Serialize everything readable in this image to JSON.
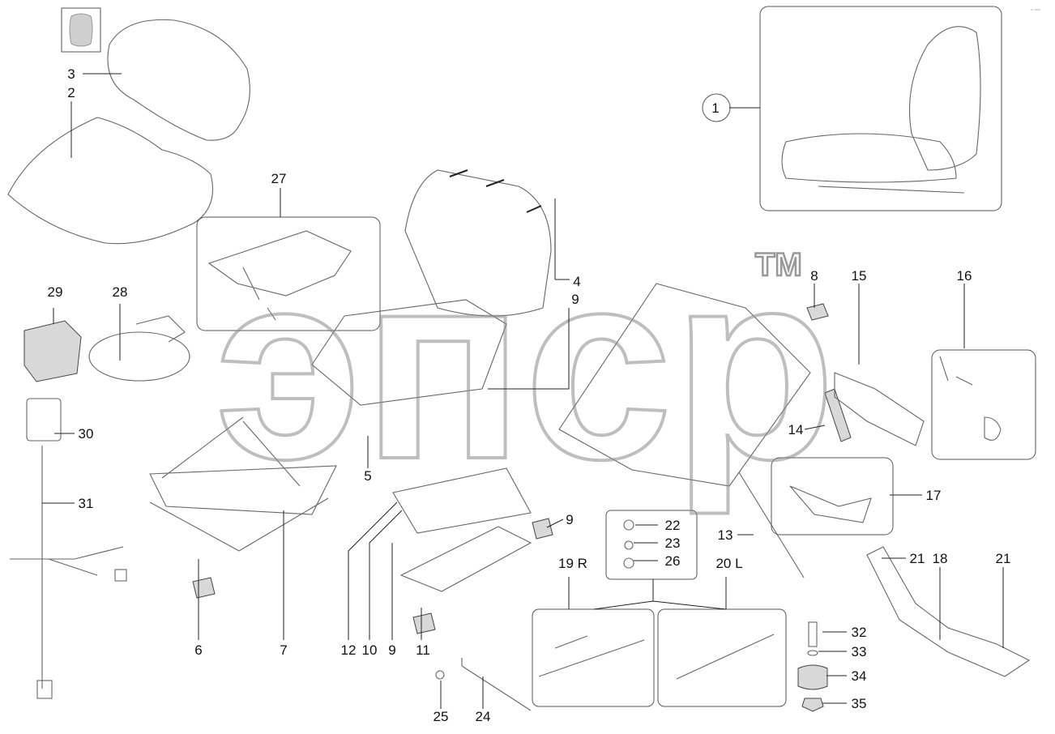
{
  "watermark": {
    "text": "эпср",
    "trademark": "TM"
  },
  "labels": {
    "l1": "1",
    "l2": "2",
    "l3": "3",
    "l4": "4",
    "l5": "5",
    "l6": "6",
    "l7": "7",
    "l8": "8",
    "l9a": "9",
    "l9b": "9",
    "l9c": "9",
    "l10": "10",
    "l11": "11",
    "l12": "12",
    "l13": "13",
    "l14": "14",
    "l15": "15",
    "l16": "16",
    "l17": "17",
    "l18": "18",
    "l19": "19 R",
    "l20": "20 L",
    "l21a": "21",
    "l21b": "21",
    "l22": "22",
    "l23": "23",
    "l24": "24",
    "l25": "25",
    "l26": "26",
    "l27": "27",
    "l28": "28",
    "l29": "29",
    "l30": "30",
    "l31": "31",
    "l32": "32",
    "l33": "33",
    "l34": "34",
    "l35": "35"
  },
  "corner_mark": "▫ ▫▫▫"
}
